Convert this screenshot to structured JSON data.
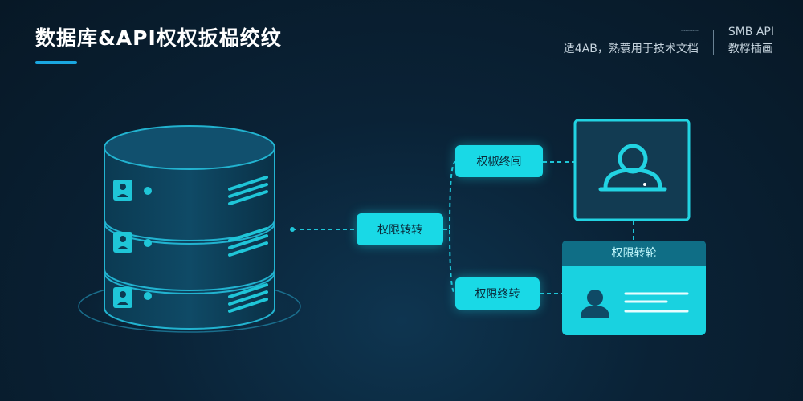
{
  "header": {
    "title": "数据库&API权权扳榀绞纹",
    "decor_text": "┅┅┅┅",
    "subtitle": "适4AB，熟蓑用于技术文档",
    "tag": "SMB API",
    "caption": "教桴插画"
  },
  "labels": {
    "center": "权限转转",
    "top": "权椒终闽",
    "bottom": "权限终转",
    "card_title": "权限转轮"
  },
  "colors": {
    "accent": "#19d9e6",
    "accent_dark": "#0f6e86",
    "background": "#0a2236"
  },
  "icons": {
    "database": "database-icon",
    "user_panel": "user-icon",
    "id_card": "id-card-icon"
  }
}
